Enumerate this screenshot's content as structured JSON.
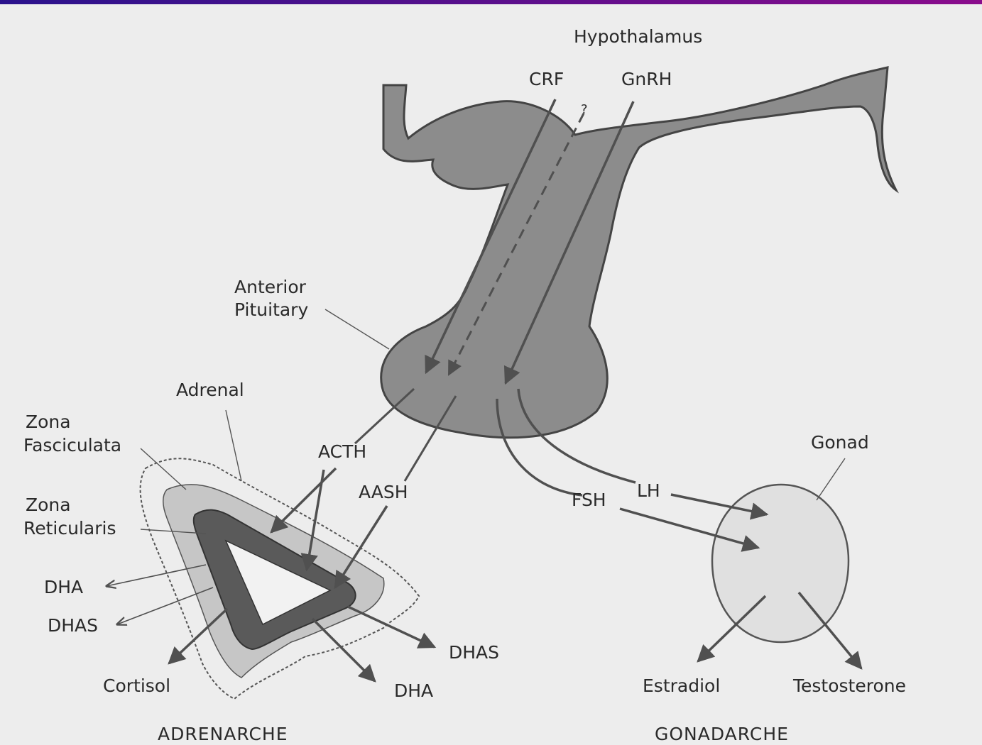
{
  "colors": {
    "background": "#ededed",
    "top_bar_start": "#2a128c",
    "top_bar_end": "#8a0c8c",
    "tissue": "#8c8c8c",
    "tissue_stroke": "#444444",
    "zona_fasciculata": "#c6c6c6",
    "zona_reticularis": "#5a5a5a",
    "gonad": "#e0e0e0",
    "arrow": "#505050",
    "text": "#2a2a2a"
  },
  "labels": {
    "hypothalamus": "Hypothalamus",
    "crf": "CRF",
    "gnrh": "GnRH",
    "question_mark": "?",
    "anterior_pituitary_line1": "Anterior",
    "anterior_pituitary_line2": "Pituitary",
    "adrenal": "Adrenal",
    "zona_fasciculata_line1": "Zona",
    "zona_fasciculata_line2": "Fasciculata",
    "zona_reticularis_line1": "Zona",
    "zona_reticularis_line2": "Reticularis",
    "acth": "ACTH",
    "aash": "AASH",
    "fsh": "FSH",
    "lh": "LH",
    "gonad": "Gonad",
    "dha_left": "DHA",
    "dhas_left": "DHAS",
    "cortisol": "Cortisol",
    "dhas_right": "DHAS",
    "dha_bottom": "DHA",
    "estradiol": "Estradiol",
    "testosterone": "Testosterone",
    "adrenarche": "ADRENARCHE",
    "gonadarche": "GONADARCHE"
  }
}
